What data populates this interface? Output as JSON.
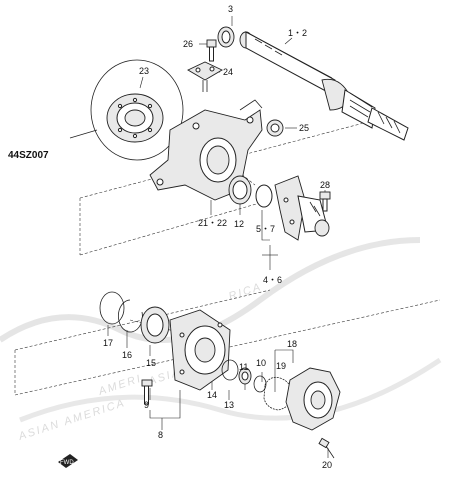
{
  "diagram": {
    "detail_code": "44SZ007",
    "parts": {
      "p3": "3",
      "p1_2": "1・2",
      "p26": "26",
      "p24": "24",
      "p23": "23",
      "p25": "25",
      "p28": "28",
      "p21_22": "21・22",
      "p12": "12",
      "p5_7": "5・7",
      "p4_6": "4・6",
      "p17": "17",
      "p16": "16",
      "p15": "15",
      "p18": "18",
      "p10": "10",
      "p11": "11",
      "p19": "19",
      "p14": "14",
      "p13": "13",
      "p9": "9",
      "p8": "8",
      "p20": "20"
    },
    "front_marker": "FWD",
    "watermark_lines": [
      "ASIAN AMERICA",
      "ASIAN",
      "AMERI",
      "RICA"
    ]
  }
}
